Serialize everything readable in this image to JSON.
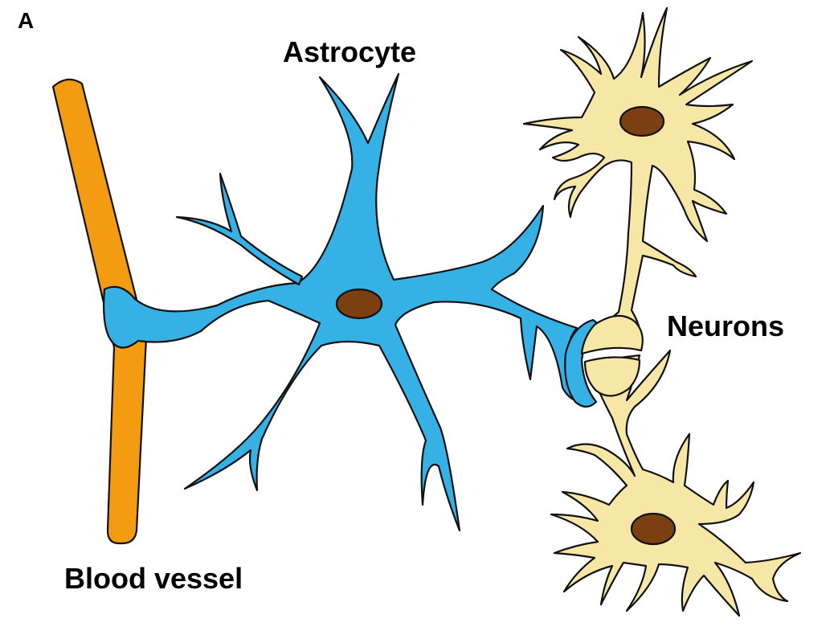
{
  "figure": {
    "panel_letter": "A",
    "labels": {
      "astrocyte": "Astrocyte",
      "neurons": "Neurons",
      "blood_vessel": "Blood vessel"
    }
  },
  "colors": {
    "blood_vessel": "#F39C12",
    "astrocyte": "#35B1E6",
    "neuron": "#F7E7A6",
    "nucleus": "#7B3F12",
    "outline": "#111111",
    "background": "#FFFFFF"
  }
}
